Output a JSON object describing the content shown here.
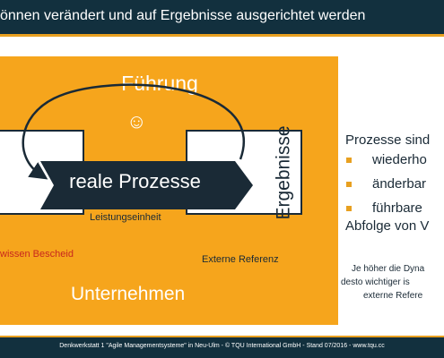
{
  "header": {
    "title": "önnen verändert und auf Ergebnisse ausgerichtet werden"
  },
  "diagram": {
    "top_label": "Führung",
    "smiley": "☺",
    "center_label": "reale Prozesse",
    "right_vertical_label": "Ergebnisse",
    "below_arrow_label": "Leistungseinheit",
    "left_red_label": "wissen Bescheid",
    "right_bottom_label": "Externe Referenz",
    "bottom_label": "Unternehmen"
  },
  "side_text": {
    "title": "Prozesse sind",
    "bullets": [
      "wiederho",
      "änderbar",
      "führbare"
    ],
    "tail": "Abfolge von V",
    "note_lines": [
      "Je höher die Dyna",
      "desto wichtiger is",
      "externe Refere"
    ]
  },
  "footer": {
    "text": "Denkwerkstatt 1 \"Agile Managementsysteme\" in Neu-Ulm  -  © TQU International GmbH - Stand 07/2016  -  www.tqu.cc"
  },
  "colors": {
    "accent_orange": "#f6a51c",
    "bar_dark": "#12303e",
    "red_text": "#c8281e",
    "bullet": "#e8a020"
  }
}
